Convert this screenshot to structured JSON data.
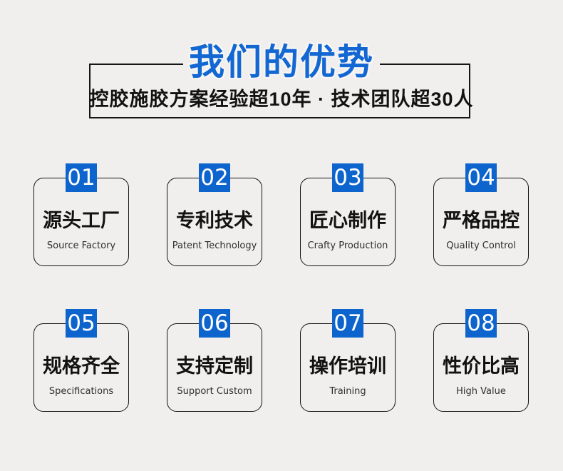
{
  "page": {
    "background_color": "#f1efed"
  },
  "colors": {
    "title_blue": "#1267d2",
    "badge_blue": "#0e64cd",
    "border_dark": "#161616",
    "text_dark": "#121212",
    "text_muted": "#2e2e2e",
    "badge_text": "#ffffff"
  },
  "header": {
    "title": "我们的优势",
    "subtitle": "控胶施胶方案经验超10年 · 技术团队超30人"
  },
  "cards": [
    {
      "number": "01",
      "title": "源头工厂",
      "subtitle": "Source Factory"
    },
    {
      "number": "02",
      "title": "专利技术",
      "subtitle": "Patent Technology"
    },
    {
      "number": "03",
      "title": "匠心制作",
      "subtitle": "Crafty Production"
    },
    {
      "number": "04",
      "title": "严格品控",
      "subtitle": "Quality Control"
    },
    {
      "number": "05",
      "title": "规格齐全",
      "subtitle": "Specifications"
    },
    {
      "number": "06",
      "title": "支持定制",
      "subtitle": "Support Custom"
    },
    {
      "number": "07",
      "title": "操作培训",
      "subtitle": "Training"
    },
    {
      "number": "08",
      "title": "性价比高",
      "subtitle": "High Value"
    }
  ]
}
